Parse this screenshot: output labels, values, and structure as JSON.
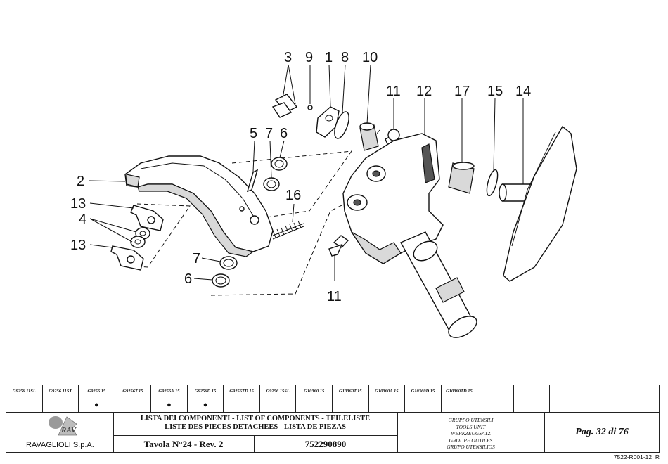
{
  "callouts": {
    "c3": "3",
    "c9": "9",
    "c1": "1",
    "c8": "8",
    "c10": "10",
    "c11a": "11",
    "c12": "12",
    "c17": "17",
    "c15": "15",
    "c14": "14",
    "c5": "5",
    "c7a": "7",
    "c6a": "6",
    "c2": "2",
    "c16": "16",
    "c13a": "13",
    "c4": "4",
    "c13b": "13",
    "c7b": "7",
    "c6b": "6",
    "c11b": "11"
  },
  "models": {
    "headers": [
      "G9256.11SL",
      "G9256.11ST",
      "G9256.15",
      "G9256T.15",
      "G9256A.15",
      "G9256D.15",
      "G9256TD.15",
      "G9256.15SL",
      "G10360.15",
      "G10360T.15",
      "G10360A.15",
      "G10360D.15",
      "G10360TD.15",
      "",
      "",
      "",
      "",
      ""
    ],
    "marks": [
      "",
      "",
      "●",
      "",
      "●",
      "●",
      "",
      "",
      "",
      "",
      "",
      "",
      "",
      "",
      "",
      "",
      "",
      ""
    ]
  },
  "titleblock": {
    "company": "RAVAGLIOLI S.p.A.",
    "logo_text": "RAV",
    "title_line1": "LISTA DEI COMPONENTI - LIST OF COMPONENTS - TEILELISTE",
    "title_line2": "LISTE DES PIECES DETACHEES - LISTA DE PIEZAS",
    "tavola": "Tavola N°24 - Rev. 2",
    "code": "752290890",
    "group": [
      "GRUPPO UTENSILI",
      "TOOLS UNIT",
      "WERKZEUGSATZ",
      "GROUPE OUTILES",
      "GRUPO UTENSILIOS"
    ],
    "page": "Pag. 32 di 76"
  },
  "doc_ref": "7522-R001-12_R"
}
